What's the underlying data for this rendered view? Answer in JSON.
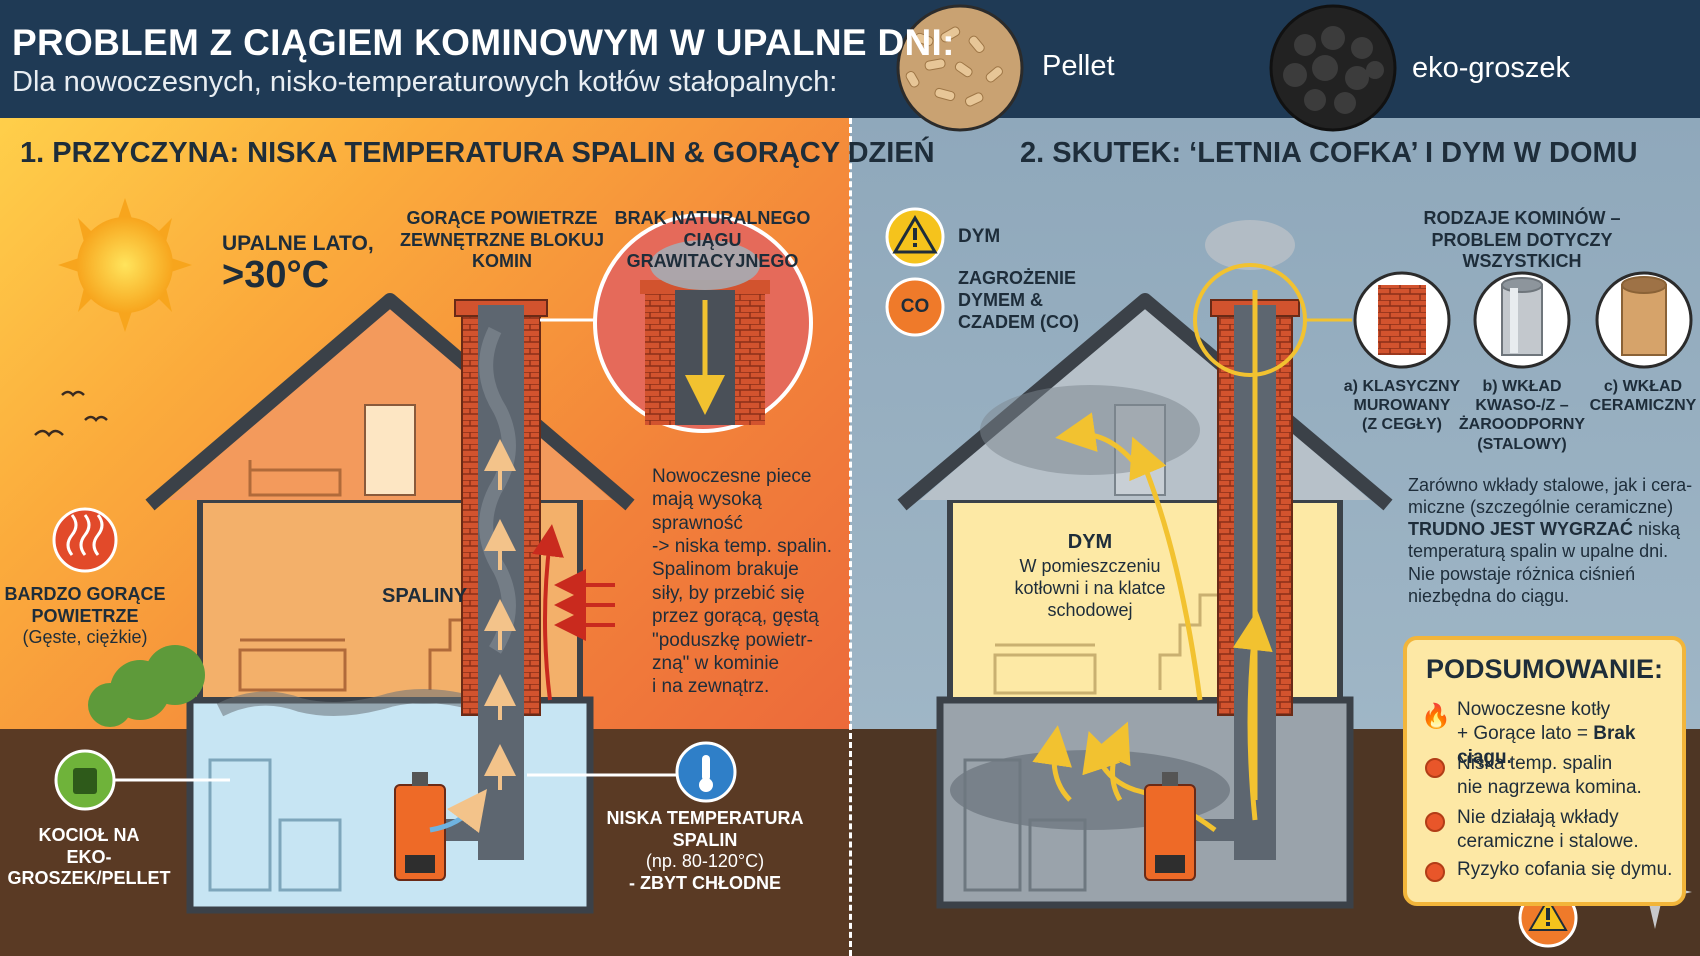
{
  "header": {
    "title": "PROBLEM Z CIĄGIEM KOMINOWYM W UPALNE DNI:",
    "subtitle": "Dla nowoczesnych, nisko-temperaturowych kotłów stałopalnych:",
    "fuels": [
      {
        "label": "Pellet",
        "icon": "pellet-icon"
      },
      {
        "label": "eko-groszek",
        "icon": "coal-icon"
      }
    ]
  },
  "left": {
    "title": "1. PRZYCZYNA: NISKA TEMPERATURA SPALIN & GORĄCY DZIEŃ",
    "summer": [
      "UPALNE LATO,",
      ">30°C"
    ],
    "hot_air_block": [
      "GORĄCE POWIETRZE",
      "ZEWNĘTRZNE BLOKUJ",
      "KOMIN"
    ],
    "no_draft": [
      "BRAK NATURALNEGO",
      "CIĄGU GRAWITACYJNEGO"
    ],
    "modern_stoves": [
      "Nowoczesne piece",
      "mają wysoką sprawność",
      "-> niska temp. spalin.",
      "Spalinom brakuje",
      "siły, by przebić się",
      "przez gorącą, gęstą",
      "\"poduszkę powietr-",
      "zną\" w kominie",
      "i na zewnątrz."
    ],
    "hot_air": [
      "BARDZO GORĄCE",
      "POWIETRZE",
      "(Gęste, ciężkie)"
    ],
    "spaliny": "SPALINY",
    "boiler": [
      "KOCIOŁ NA",
      "EKO-GROSZEK/PELLET"
    ],
    "low_temp": [
      "NISKA TEMPERATURA",
      "SPALIN",
      "(np. 80-120°C)",
      "- ZBYT CHŁODNE"
    ]
  },
  "right": {
    "title": "2. SKUTEK: ‘LETNIA COFKA’ I DYM W DOMU",
    "dym_label": "DYM",
    "co_badge": "CO",
    "co_label": [
      "ZAGROŻENIE",
      "DYMEM &",
      "CZADEM (CO)"
    ],
    "chimney_types_title": [
      "RODZAJE KOMINÓW –",
      "PROBLEM DOTYCZY WSZYSTKICH"
    ],
    "chimney_types": [
      [
        "a) KLASYCZNY",
        "MUROWANY",
        "(Z CEGŁY)"
      ],
      [
        "b) WKŁAD",
        "KWASO-/Z –",
        "ŻAROODPORNY",
        "(STALOWY)"
      ],
      [
        "c) WKŁAD",
        "CERAMICZNY"
      ]
    ],
    "steel_note": [
      "Zarówno wkłady stalowe, jak i cera-",
      "miczne (szczególnie ceramiczne)"
    ],
    "steel_bold": "TRUDNO JEST WYGRZAĆ",
    "steel_after": " niską",
    "steel_note2": [
      "temperaturą spalin w upalne dni.",
      "Nie powstaje różnica ciśnień",
      "niezbędna do ciągu."
    ],
    "dym_room": [
      "DYM",
      "W pomieszczeniu",
      "kotłowni i na klatce",
      "schodowej"
    ]
  },
  "summary": {
    "title": "PODSUMOWANIE:",
    "item1_a": "Nowoczesne kotły",
    "item1_b": "+ Gorące lato = ",
    "item1_bold": "Brak ciągu.",
    "items": [
      [
        "Niska temp. spalin",
        "nie nagrzewa komina."
      ],
      [
        "Nie działają wkłady",
        "ceramiczne i stalowe."
      ],
      [
        "Ryzyko cofania się dymu."
      ]
    ]
  },
  "colors": {
    "header_bg": "#1f3a55",
    "brick": "#d2532e",
    "smoke": "#5d6670",
    "arrow": "#f2c230",
    "summary_bg": "#fde8a5"
  }
}
